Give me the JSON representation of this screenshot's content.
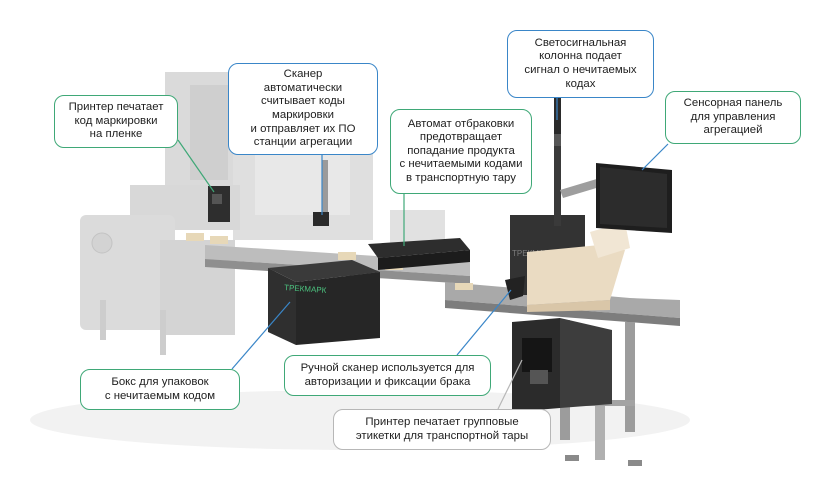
{
  "colors": {
    "green": "#3fa877",
    "blue": "#3a86c8",
    "grey": "#b7b7b7",
    "equipment_light": "#d9d9d9",
    "equipment_dark": "#2b2b2b"
  },
  "machine": {
    "brand_mark": "ТРЕКМАРК"
  },
  "callouts": {
    "printer_film": "Принтер печатает\nкод маркировки\nна пленке",
    "scanner_auto": "Сканер\nавтоматически\nсчитывает коды\nмаркировки\nи отправляет их ПО\nстанции агрегации",
    "reject": "Автомат отбраковки\nпредотвращает\nпопадание продукта\nс нечитаемыми кодами\nв транспортную тару",
    "signal": "Светосигнальная\nколонна подает\nсигнал о нечитаемых\nкодах",
    "touch_panel": "Сенсорная панель\nдля управления\nагрегацией",
    "box": "Бокс для упаковок\nс нечитаемым кодом",
    "hand_scanner": "Ручной сканер используется для\nавторизации и фиксации брака",
    "group_printer": "Принтер печатает групповые\nэтикетки для транспортной тары"
  }
}
